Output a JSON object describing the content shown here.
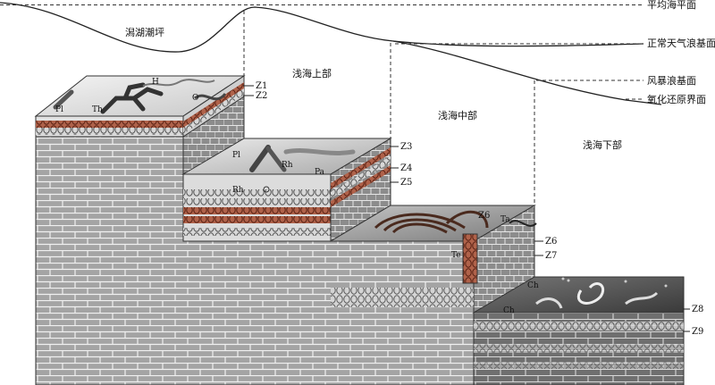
{
  "zones": {
    "lagoon_tidal_flat": "潟湖潮坪",
    "upper_shallow_sea": "浅海上部",
    "middle_shallow_sea": "浅海中部",
    "lower_shallow_sea": "浅海下部"
  },
  "base_levels": {
    "mean_sea_level": "平均海平面",
    "fair_weather_wave_base": "正常天气浪基面",
    "storm_wave_base": "风暴浪基面",
    "redox_interface": "氧化还原界面"
  },
  "zone_markers": {
    "z1": "Z1",
    "z2": "Z2",
    "z3": "Z3",
    "z4": "Z4",
    "z5": "Z5",
    "z6": "Z6",
    "z7": "Z7",
    "z8": "Z8",
    "z9": "Z9",
    "z6_surface": "Z6"
  },
  "trace_fossils": {
    "p1_a": "Pl",
    "th": "Th",
    "h": "H",
    "o": "O",
    "p1_b": "Pl",
    "rh_a": "Rh",
    "pa": "Pa",
    "rh_b": "Rh",
    "ta": "Ta",
    "te": "Te",
    "ch_a": "Ch",
    "ch_b": "Ch"
  },
  "colors": {
    "brick_face": "#9a9a9a",
    "dark_face": "#222222",
    "burrow_red": "#a0503a"
  }
}
